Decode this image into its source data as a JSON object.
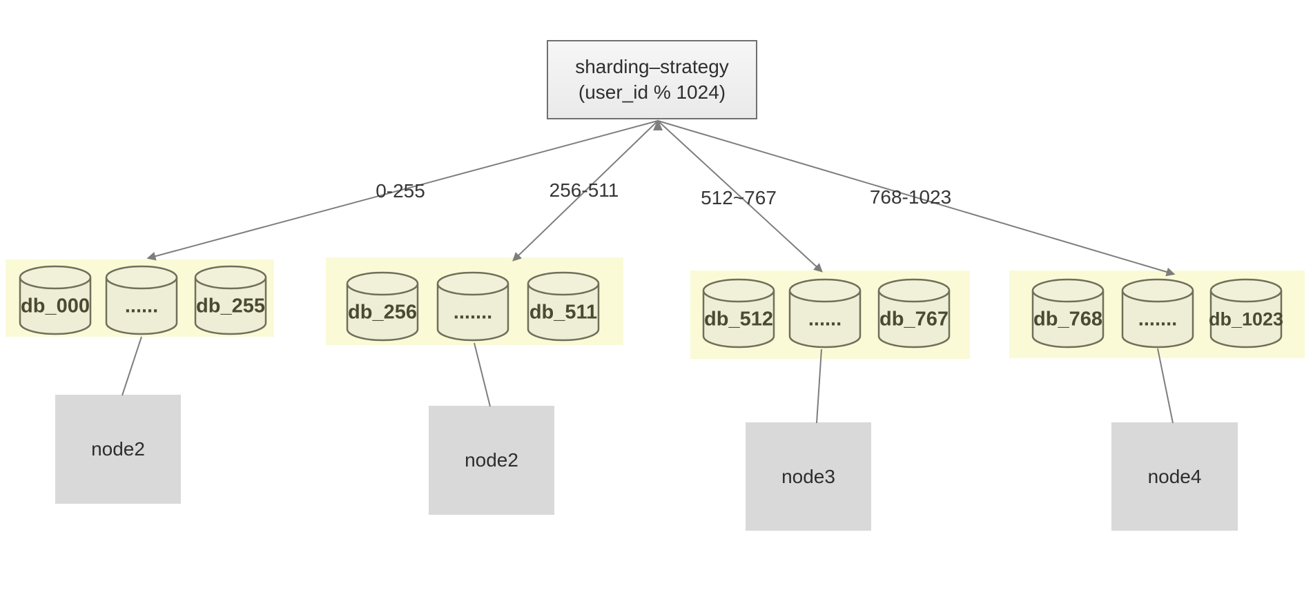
{
  "diagram": {
    "root": {
      "line1": "sharding–strategy",
      "line2": "(user_id % 1024)"
    },
    "groups": [
      {
        "range_label": "0-255",
        "dbs": [
          "db_000",
          "......",
          "db_255"
        ],
        "node": "node2"
      },
      {
        "range_label": "256-511",
        "dbs": [
          "db_256",
          ".......",
          "db_511"
        ],
        "node": "node2"
      },
      {
        "range_label": "512~767",
        "dbs": [
          "db_512",
          "......",
          "db_767"
        ],
        "node": "node3"
      },
      {
        "range_label": "768-1023",
        "dbs": [
          "db_768",
          ".......",
          "db_1023"
        ],
        "node": "node4"
      }
    ],
    "colors": {
      "group_background": "#fafad6",
      "cylinder_fill": "#eeeed6",
      "cylinder_stroke": "#6f6f5a",
      "db_text": "#4a4a30",
      "node_box": "#d9d9d9",
      "connector_line": "#7d7d7d",
      "root_box_fill": "#f0f0f0",
      "root_box_border": "#6f6f6f"
    }
  }
}
